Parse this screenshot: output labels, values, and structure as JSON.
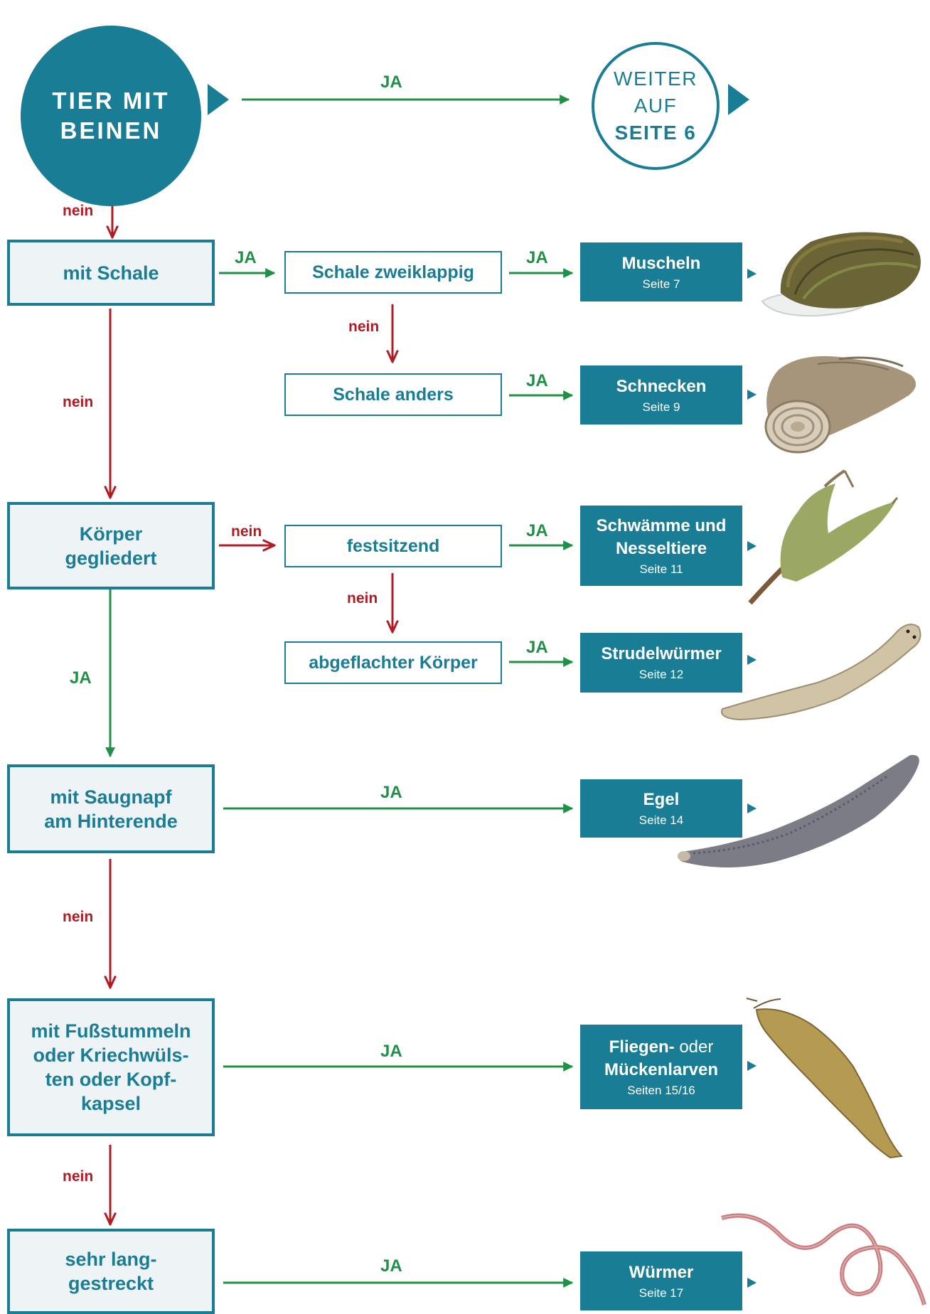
{
  "start": {
    "line1": "TIER MIT",
    "line2": "BEINEN"
  },
  "goto": {
    "line1": "WEITER",
    "line2": "AUF",
    "line3": "SEITE 6"
  },
  "labels": {
    "ja": "JA",
    "nein": "nein"
  },
  "questions": {
    "q1": "mit Schale",
    "q2_line1": "Körper",
    "q2_line2": "gegliedert",
    "q3_line1": "mit Saugnapf",
    "q3_line2": "am Hinterende",
    "q4_line1": "mit Fußstummeln",
    "q4_line2": "oder Kriechwüls-",
    "q4_line3": "ten oder Kopf-",
    "q4_line4": "kapsel",
    "q5_line1": "sehr lang-",
    "q5_line2": "gestreckt"
  },
  "subquestions": {
    "s1": "Schale zweiklappig",
    "s2": "Schale anders",
    "s3": "festsitzend",
    "s4": "abgeflachter Körper"
  },
  "results": {
    "muscheln": {
      "title": "Muscheln",
      "page": "Seite 7"
    },
    "schnecken": {
      "title": "Schnecken",
      "page": "Seite 9"
    },
    "schwaemme": {
      "title_line1": "Schwämme und",
      "title_line2": "Nesseltiere",
      "page": "Seite 11"
    },
    "strudel": {
      "title": "Strudelwürmer",
      "page": "Seite 12"
    },
    "egel": {
      "title": "Egel",
      "page": "Seite 14"
    },
    "fliegen": {
      "title_a": "Fliegen-",
      "title_b": "oder",
      "title_line2": "Mückenlarven",
      "page": "Seiten 15/16"
    },
    "wuermer": {
      "title": "Würmer",
      "page": "Seite 17"
    }
  },
  "colors": {
    "teal": "#1a7d96",
    "green": "#1f9146",
    "red": "#b01c24",
    "panel": "#eef3f5"
  },
  "illustrations": [
    "mussel",
    "snail",
    "sponge",
    "flatworm",
    "leech",
    "larva",
    "worm"
  ]
}
